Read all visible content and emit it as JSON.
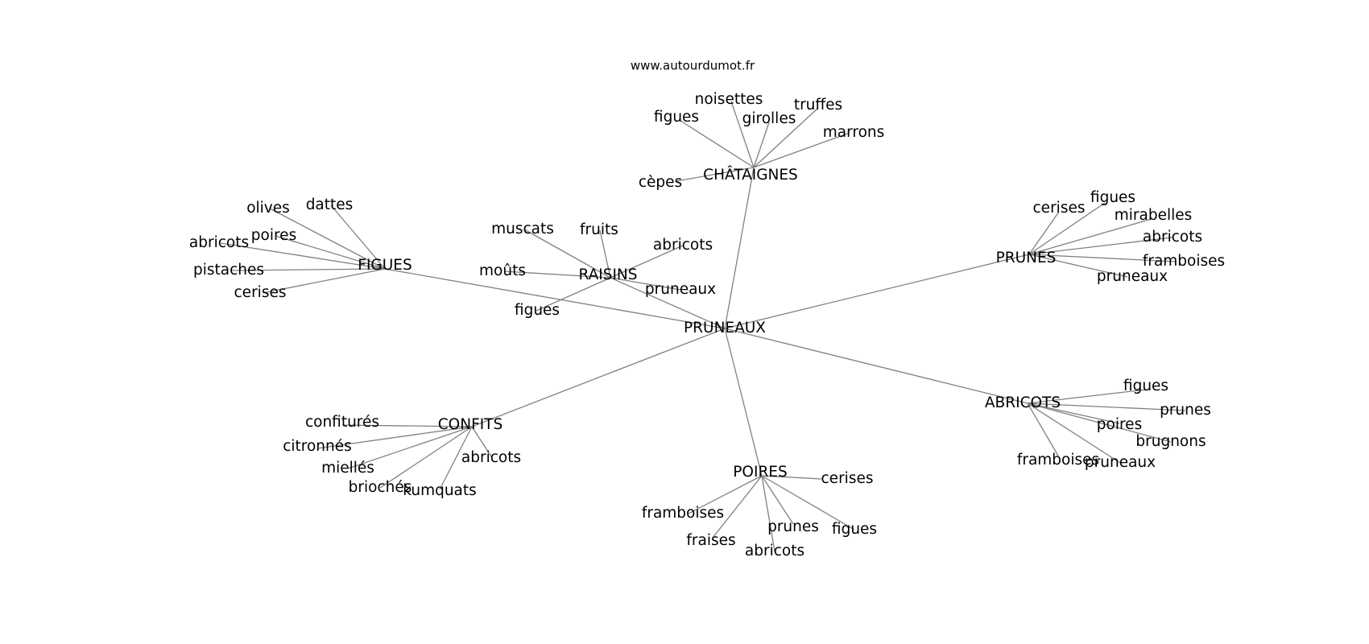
{
  "source": "www.autourdumot.fr",
  "colors": {
    "edge": "#808080",
    "text": "#000000",
    "background": "#ffffff"
  },
  "graph": {
    "center": "PRUNEAUX",
    "clusters": [
      {
        "hub": "CHÂTAIGNES",
        "leaves": [
          "cèpes",
          "figues",
          "noisettes",
          "girolles",
          "truffes",
          "marrons"
        ]
      },
      {
        "hub": "FIGUES",
        "leaves": [
          "olives",
          "dattes",
          "abricots",
          "poires",
          "pistaches",
          "cerises"
        ]
      },
      {
        "hub": "RAISINS",
        "leaves": [
          "muscats",
          "fruits",
          "abricots",
          "moûts",
          "pruneaux",
          "figues"
        ]
      },
      {
        "hub": "PRUNES",
        "leaves": [
          "cerises",
          "figues",
          "mirabelles",
          "abricots",
          "framboises",
          "pruneaux"
        ]
      },
      {
        "hub": "ABRICOTS",
        "leaves": [
          "figues",
          "prunes",
          "poires",
          "brugnons",
          "framboises",
          "pruneaux"
        ]
      },
      {
        "hub": "POIRES",
        "leaves": [
          "cerises",
          "framboises",
          "fraises",
          "prunes",
          "abricots",
          "figues"
        ]
      },
      {
        "hub": "CONFITS",
        "leaves": [
          "confiturés",
          "citronnés",
          "miellés",
          "briochés",
          "kumquats",
          "abricots"
        ]
      }
    ]
  }
}
